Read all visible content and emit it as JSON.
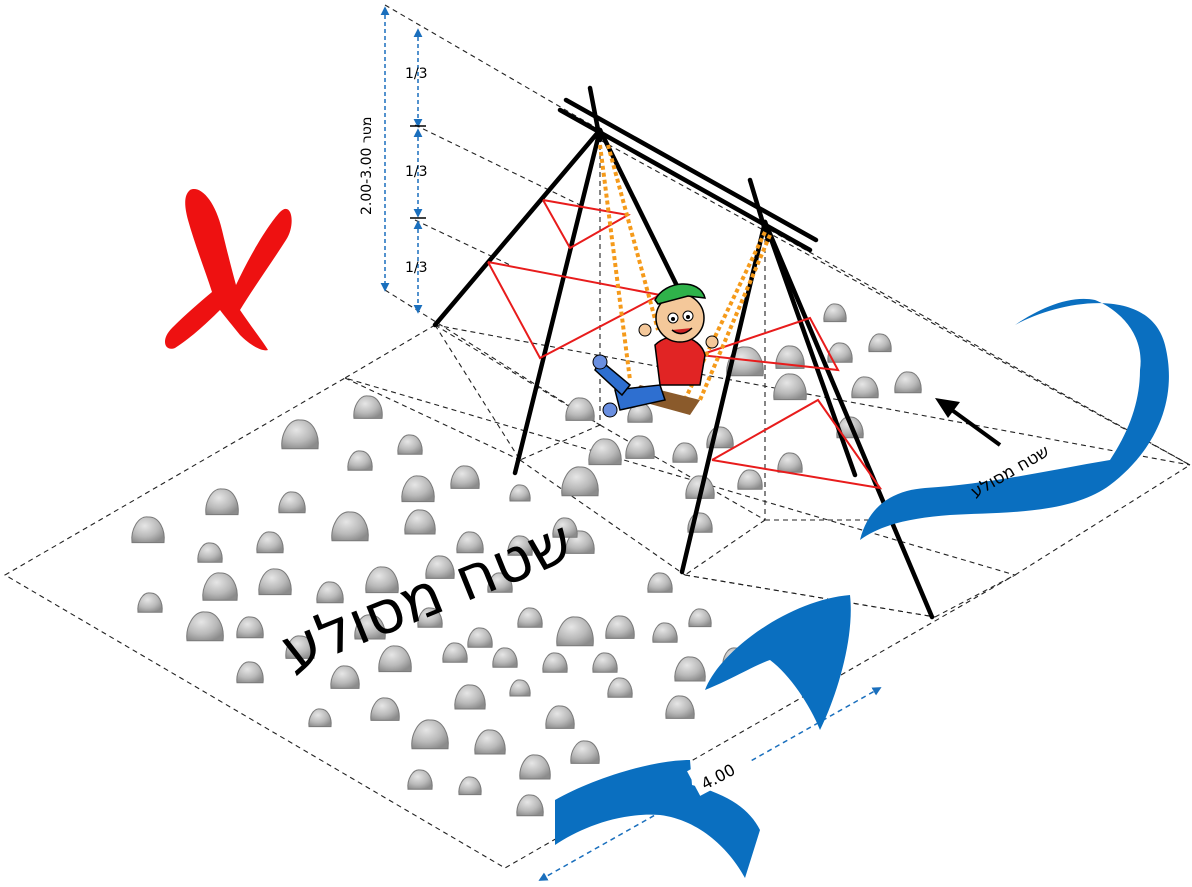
{
  "labels": {
    "rocky_area_large": "שטח מסולע",
    "rocky_area_small": "שטח מסולע",
    "height_range": "2.00-3.00 מטר",
    "third": "1/3",
    "width_dim": "4.00"
  },
  "icons": {
    "cross": "red-x-icon",
    "arrows": "blue-curved-arrow-icon"
  },
  "colors": {
    "cross": "#ee1111",
    "arrow_blue": "#0a6fc0",
    "dimension": "#1a6fbd",
    "red_lines": "#e81c1c",
    "rope_orange": "#f59a1a",
    "rock_fill": "#bdbdbd"
  }
}
